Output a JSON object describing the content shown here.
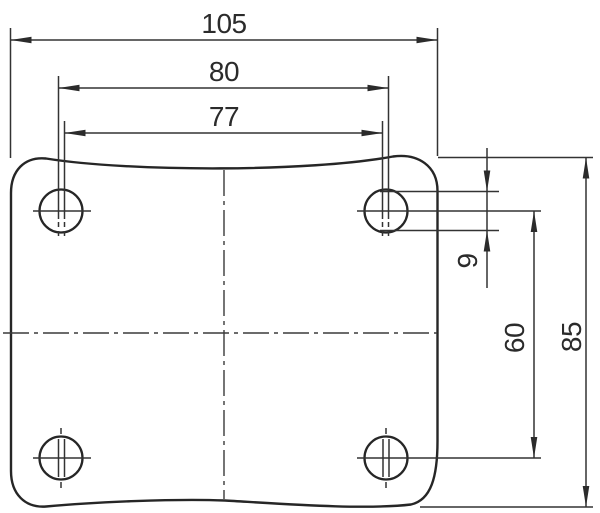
{
  "drawing": {
    "type": "technical-dimension-drawing",
    "subject": "caster-mounting-plate-top-view-with-4-bolt-holes",
    "background_color": "#ffffff",
    "line_color": "#2b2b2b",
    "dimensions": {
      "overall_width": "105",
      "hole_spacing_wide": "80",
      "hole_spacing_narrow": "77",
      "hole_diameter": "9",
      "hole_spacing_vertical": "60",
      "overall_height": "85"
    }
  }
}
